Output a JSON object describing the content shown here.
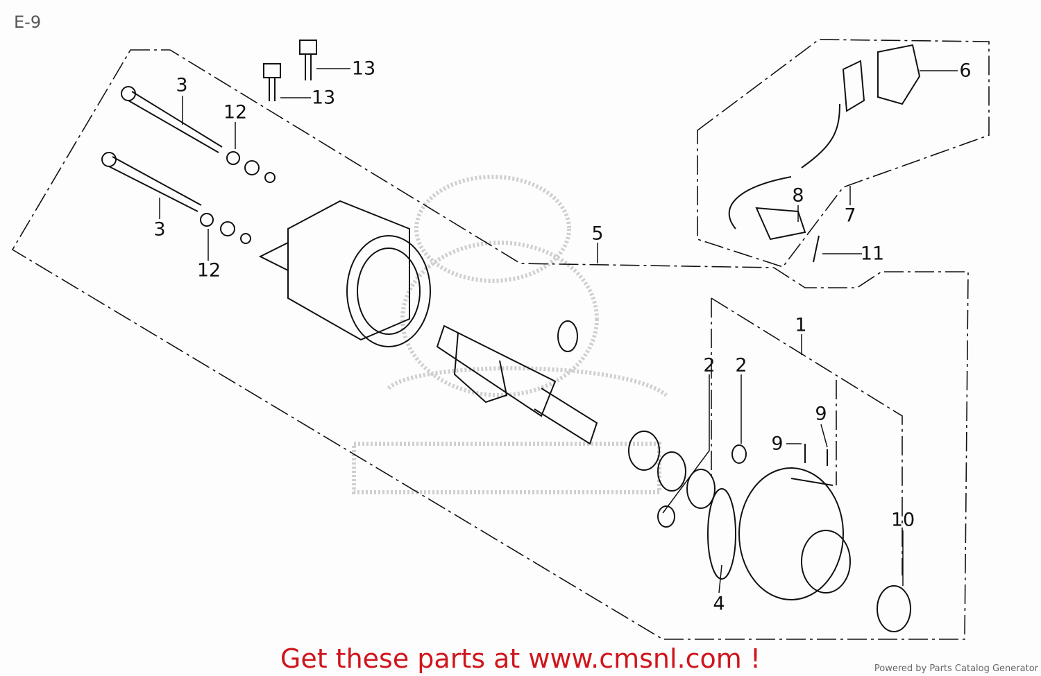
{
  "title": "E-9",
  "callouts": [
    "13",
    "13",
    "3",
    "12",
    "3",
    "12",
    "5",
    "6",
    "8",
    "7",
    "11",
    "1",
    "2",
    "2",
    "9",
    "9",
    "10",
    "4"
  ],
  "cta": "Get these parts at www.cmsnl.com !",
  "powered_by": "Powered by Parts Catalog Generator",
  "colors": {
    "cta": "#d0151c",
    "lines": "#111111",
    "watermark": "#c8c8c8"
  }
}
